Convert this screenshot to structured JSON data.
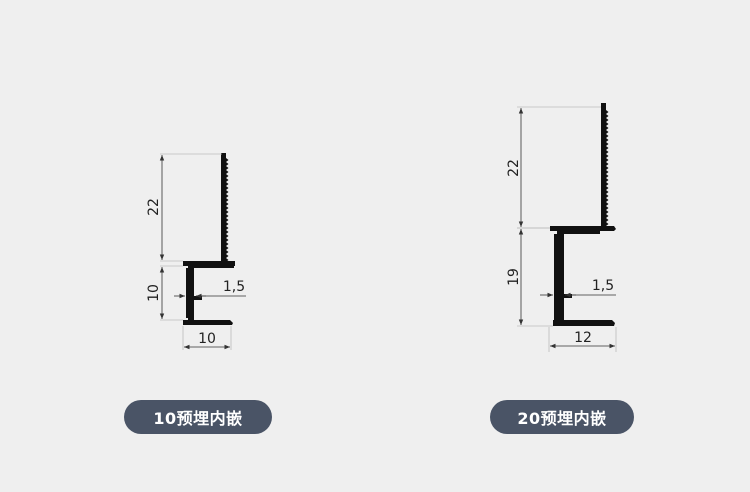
{
  "diagrams": [
    {
      "caption": "10预埋内嵌",
      "dims": {
        "upper_height": "22",
        "lower_height": "10",
        "thickness": "1,5",
        "width": "10"
      }
    },
    {
      "caption": "20预埋内嵌",
      "dims": {
        "upper_height": "22",
        "lower_height": "19",
        "thickness": "1,5",
        "width": "12"
      }
    }
  ],
  "colors": {
    "profile": "#111111",
    "dimension_line": "#333333",
    "pill_bg": "#4a5466",
    "pill_text": "#ffffff",
    "background": "#efefef"
  }
}
